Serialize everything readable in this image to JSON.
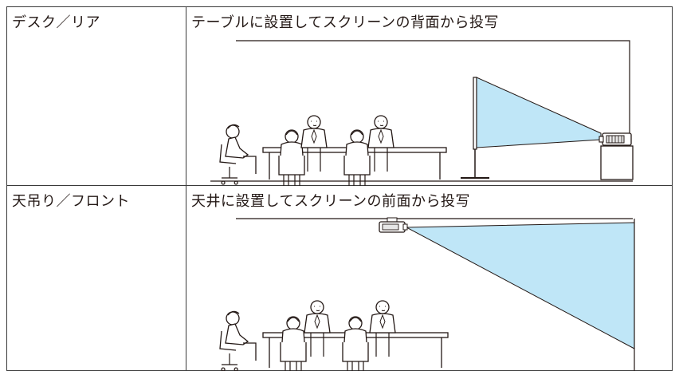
{
  "rows": [
    {
      "mode": "デスク／リア",
      "description": "テーブルに設置してスクリーンの背面から投写"
    },
    {
      "mode": "天吊り／フロント",
      "description": "天井に設置してスクリーンの前面から投写"
    }
  ],
  "colors": {
    "beam": "#bfe6f7",
    "line": "#231815"
  }
}
